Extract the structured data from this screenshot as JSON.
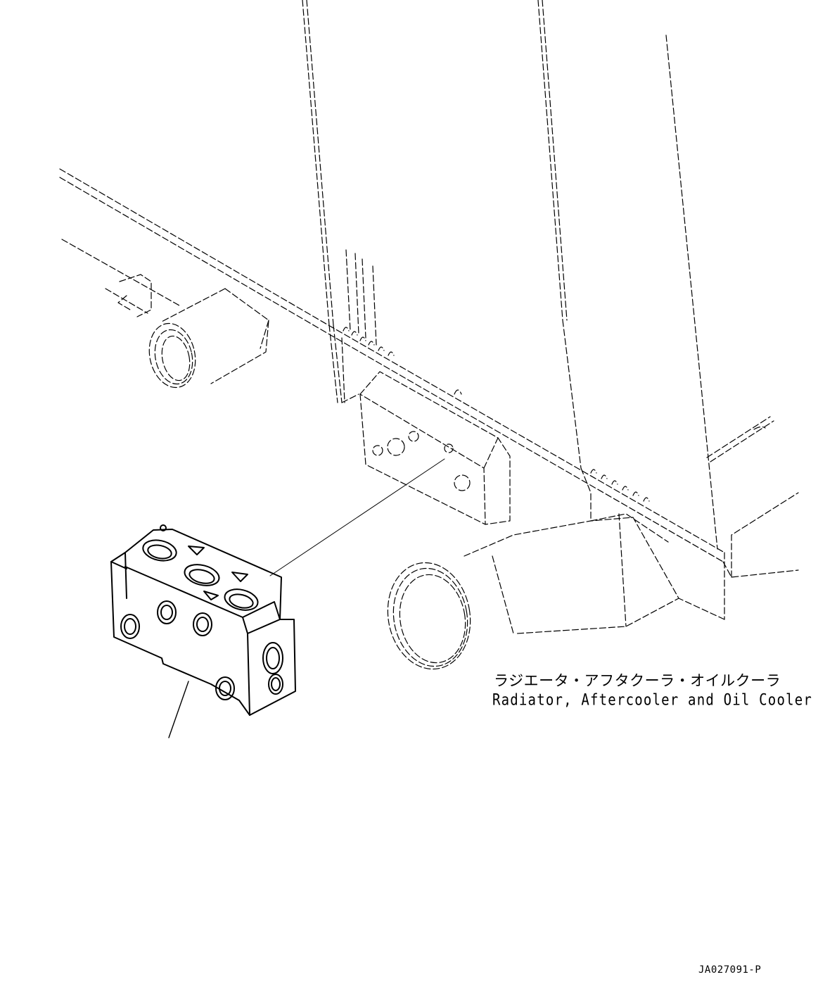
{
  "labels": {
    "assembly_jp": "ラジエータ・アフタクーラ・オイルクーラ",
    "assembly_en": "Radiator, Aftercooler and Oil Cooler",
    "drawing_number": "JA027091-P"
  },
  "colors": {
    "line": "#000000",
    "background": "#ffffff"
  }
}
